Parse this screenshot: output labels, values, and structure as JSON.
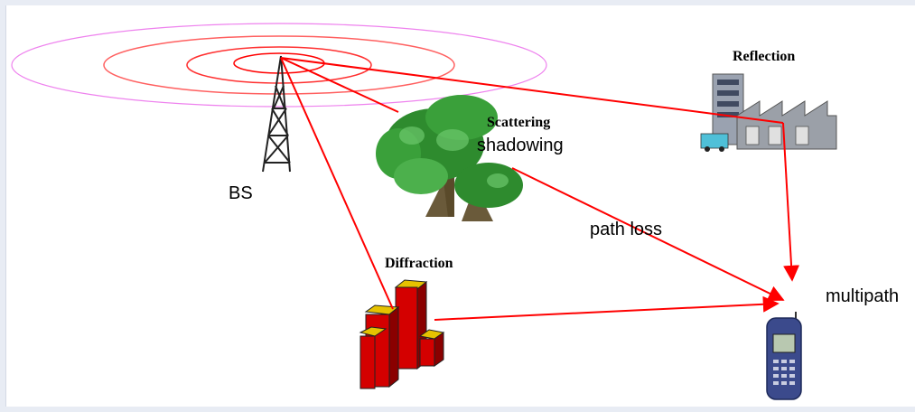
{
  "diagram": {
    "labels": {
      "bs": "BS",
      "scattering": "Scattering",
      "shadowing": "shadowing",
      "reflection": "Reflection",
      "path_loss": "path loss",
      "diffraction": "Diffraction",
      "multipath": "multipath"
    },
    "colors": {
      "page_bg": "#e8ecf4",
      "signal": "#ff0000",
      "wave_outer": "#ee82ee",
      "tree_green": "#2e8b2e",
      "tower": "#222222",
      "building_red": "#d40000",
      "building_yellow": "#e6c200",
      "factory_gray": "#8a8f99",
      "phone_blue": "#3b4a8c"
    },
    "icons": [
      "antenna-tower-icon",
      "tree-icon",
      "factory-icon",
      "red-buildings-icon",
      "mobile-phone-icon"
    ]
  }
}
